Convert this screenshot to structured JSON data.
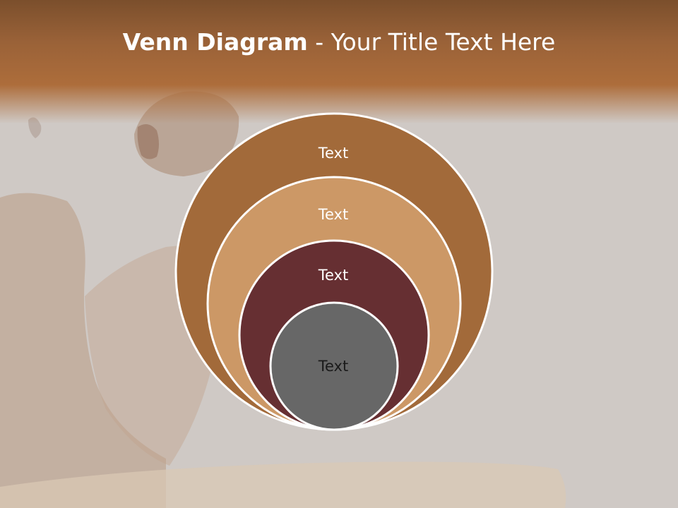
{
  "slide": {
    "title_bold": "Venn Diagram",
    "title_rest": " - Your Title Text Here"
  },
  "venn": {
    "rings": [
      {
        "label": "Text",
        "fill": "#a26a3a",
        "text_color": "#ffffff"
      },
      {
        "label": "Text",
        "fill": "#cc9866",
        "text_color": "#ffffff"
      },
      {
        "label": "Text",
        "fill": "#662f32",
        "text_color": "#ffffff"
      },
      {
        "label": "Text",
        "fill": "#676767",
        "text_color": "#1a1a1a"
      }
    ]
  },
  "colors": {
    "header_brown": "#9a6238",
    "background_gray": "#cfc9c5",
    "ring_stroke": "#ffffff"
  }
}
